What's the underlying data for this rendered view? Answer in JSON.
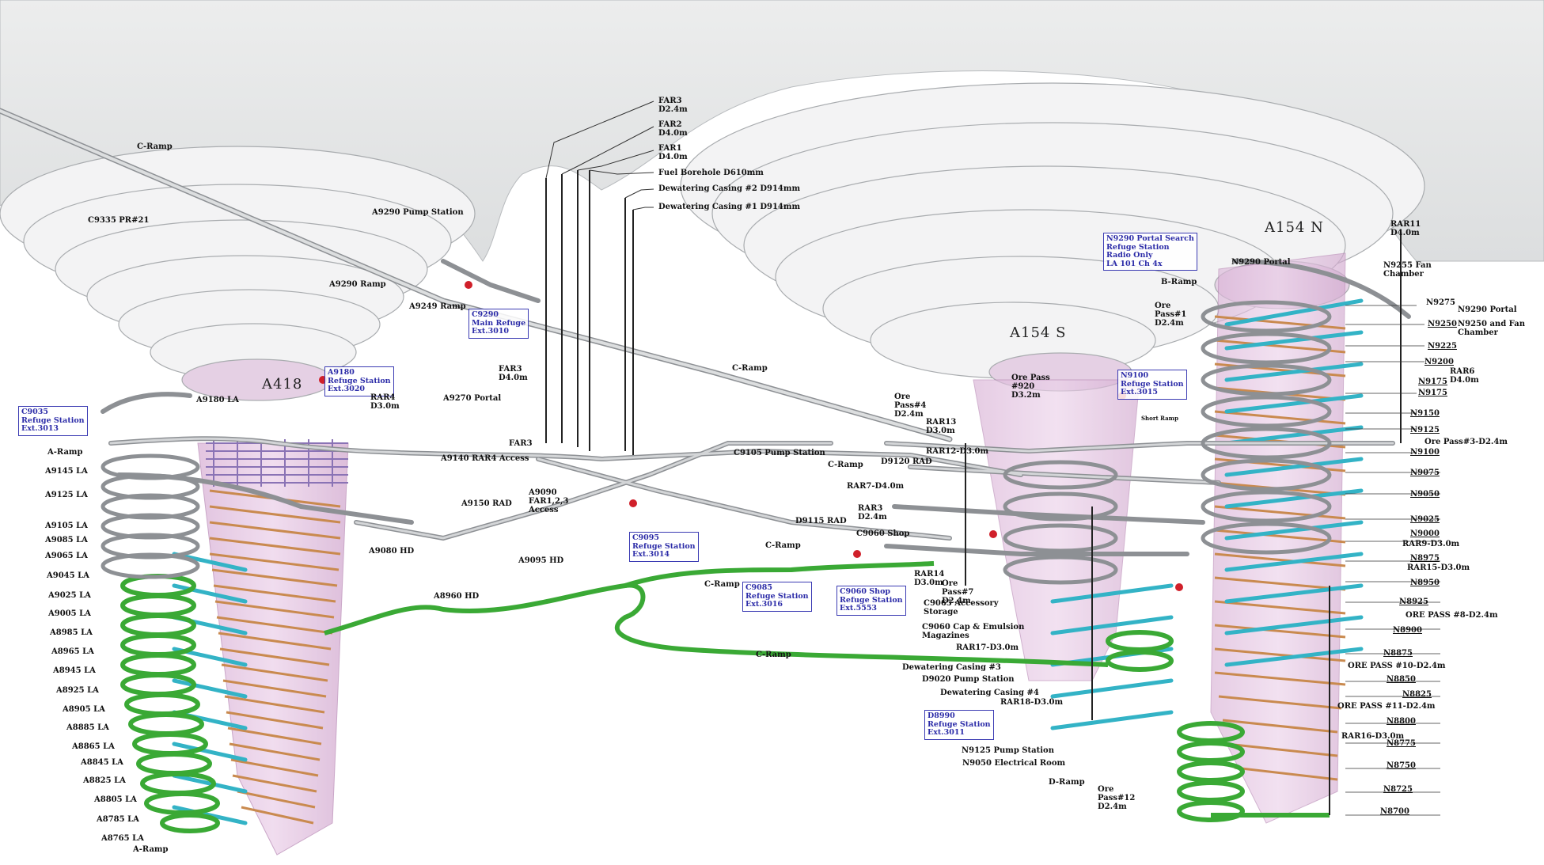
{
  "colors": {
    "surface": "#e9eaeb",
    "bench": "#f4f4f5",
    "orebody": "#e6c4e4",
    "ramp": "#d3d5d7",
    "ramp_outline": "#8d9094",
    "level_green": "#3aa935",
    "level_cyan": "#33b3c6",
    "drift_brown": "#c98a4f",
    "refuge_box": "#3b3bb3",
    "refuge_marker": "#d0202a"
  },
  "pits": {
    "a418": "A418",
    "a154s": "A154 S",
    "a154n": "A154 N"
  },
  "callouts_top": [
    {
      "id": "far3",
      "lines": [
        "FAR3",
        "D2.4m"
      ]
    },
    {
      "id": "far2",
      "lines": [
        "FAR2",
        "D4.0m"
      ]
    },
    {
      "id": "far1",
      "lines": [
        "FAR1",
        "D4.0m"
      ]
    },
    {
      "id": "fuel",
      "lines": [
        "Fuel Borehole D610mm"
      ]
    },
    {
      "id": "dw2",
      "lines": [
        "Dewatering Casing #2 D914mm"
      ]
    },
    {
      "id": "dw1",
      "lines": [
        "Dewatering Casing #1 D914mm"
      ]
    }
  ],
  "refuge_boxes": [
    {
      "id": "c9035",
      "lines": [
        "C9035",
        "Refuge Station",
        "Ext.3013"
      ]
    },
    {
      "id": "a9180",
      "lines": [
        "A9180",
        "Refuge Station",
        "Ext.3020"
      ]
    },
    {
      "id": "c9290",
      "lines": [
        "C9290",
        "Main Refuge",
        "Ext.3010"
      ]
    },
    {
      "id": "c9095",
      "lines": [
        "C9095",
        "Refuge Station",
        "Ext.3014"
      ]
    },
    {
      "id": "c9085",
      "lines": [
        "C9085",
        "Refuge Station",
        "Ext.3016"
      ]
    },
    {
      "id": "c9060",
      "lines": [
        "C9060 Shop",
        "Refuge Station",
        "Ext.5553"
      ]
    },
    {
      "id": "n9290",
      "lines": [
        "N9290 Portal Search",
        "Refuge Station",
        "Radio Only",
        "LA 101 Ch 4x"
      ]
    },
    {
      "id": "n9100",
      "lines": [
        "N9100",
        "Refuge Station",
        "Ext.3015"
      ]
    },
    {
      "id": "d8990",
      "lines": [
        "D8990",
        "Refuge Station",
        "Ext.3011"
      ]
    }
  ],
  "labels_left": {
    "c_ramp_top": "C-Ramp",
    "c9335": "C9335 PR#21",
    "a9290_pump": "A9290 Pump Station",
    "a9290_ramp": "A9290 Ramp",
    "a9249": "A9249 Ramp",
    "a9270_portal": "A9270 Portal",
    "a9180_la": "A9180 LA",
    "rar4": "RAR4 D3.0m",
    "a_ramp_top": "A-Ramp",
    "a9145": "A9145 LA",
    "a9125": "A9125 LA",
    "a9105": "A9105 LA",
    "a9085": "A9085 LA",
    "a9065": "A9065 LA",
    "a9045": "A9045 LA",
    "a9025": "A9025 LA",
    "a9005": "A9005 LA",
    "a8985": "A8985 LA",
    "a8965": "A8965 LA",
    "a8945": "A8945 LA",
    "a8925": "A8925 LA",
    "a8905": "A8905 LA",
    "a8885": "A8885 LA",
    "a8865": "A8865 LA",
    "a8845": "A8845 LA",
    "a8825": "A8825 LA",
    "a8805": "A8805 LA",
    "a8785": "A8785 LA",
    "a8765": "A8765 LA",
    "a_ramp_bottom": "A-Ramp",
    "a9140_rar4": "A9140 RAR4 Access",
    "a9150_rad": "A9150 RAD",
    "a9090_far": "A9090 FAR1,2,3 Access",
    "a9080_hd": "A9080 HD",
    "a9095_hd": "A9095 HD",
    "far3_mid": "FAR3 D4.0m",
    "far3_lower": "FAR3",
    "a8960_hd": "A8960 HD"
  },
  "labels_center": {
    "c_ramp_mid": "C-Ramp",
    "c9105_pump": "C9105 Pump Station",
    "c_ramp_2": "C-Ramp",
    "d9120_rad": "D9120 RAD",
    "rar7": "RAR7-D4.0m",
    "rar3": "RAR3 D2.4m",
    "d9115_rad": "D9115 RAD",
    "c9060_shop": "C9060 Shop",
    "c_ramp_3": "C-Ramp",
    "c_ramp_4": "C-Ramp",
    "c_ramp_5": "C-Ramp",
    "ore_pass_4": "Ore Pass#4 D2.4m",
    "rar13": "RAR13 D3.0m",
    "rar12": "RAR12-D3.0m",
    "ore_pass_920": "Ore Pass #920 D3.2m",
    "rar14": "RAR14 D3.0m",
    "ore_pass_7": "Ore Pass#7 D2.4m",
    "c9065_acc": "C9065 Accessory Storage",
    "c9060_cap": "C9060 Cap & Emulsion Magazines",
    "rar17": "RAR17-D3.0m",
    "dw3": "Dewatering Casing #3",
    "d9020_pump": "D9020 Pump Station",
    "dw4": "Dewatering Casing #4",
    "rar18": "RAR18-D3.0m",
    "n9125_pump": "N9125 Pump Station",
    "n9050_elec": "N9050 Electrical Room",
    "d_ramp": "D-Ramp",
    "ore_pass_12": "Ore Pass#12 D2.4m",
    "b_ramp": "B-Ramp",
    "ore_pass_1": "Ore Pass#1 D2.4m",
    "n9290_portal": "N9290 Portal",
    "short_ramp": "Short Ramp"
  },
  "labels_right": {
    "rar11": "RAR11 D4.0m",
    "n9255": "N9255 Fan Chamber",
    "n9275": "N9275",
    "n9290_portal_r": "N9290 Portal",
    "n9250": "N9250",
    "n9250_and": "N9250 and Fan Chamber",
    "n9225": "N9225",
    "rar6": "RAR6 D4.0m",
    "n9200": "N9200",
    "n9175a": "N9175",
    "n9175b": "N9175",
    "n9150": "N9150",
    "n9125": "N9125",
    "ore_pass_3": "Ore Pass#3-D2.4m",
    "n9100": "N9100",
    "n9075": "N9075",
    "n9050": "N9050",
    "n9025": "N9025",
    "n9000": "N9000",
    "rar9": "RAR9-D3.0m",
    "n8975": "N8975",
    "rar15": "RAR15-D3.0m",
    "n8950": "N8950",
    "n8925": "N8925",
    "ore_pass_8": "ORE PASS #8-D2.4m",
    "n8900": "N8900",
    "n8875": "N8875",
    "ore_pass_10": "ORE PASS #10-D2.4m",
    "n8850": "N8850",
    "n8825": "N8825",
    "ore_pass_11": "ORE PASS #11-D2.4m",
    "n8800": "N8800",
    "rar16": "RAR16-D3.0m",
    "n8775": "N8775",
    "n8750": "N8750",
    "n8725": "N8725",
    "n8700": "N8700"
  }
}
